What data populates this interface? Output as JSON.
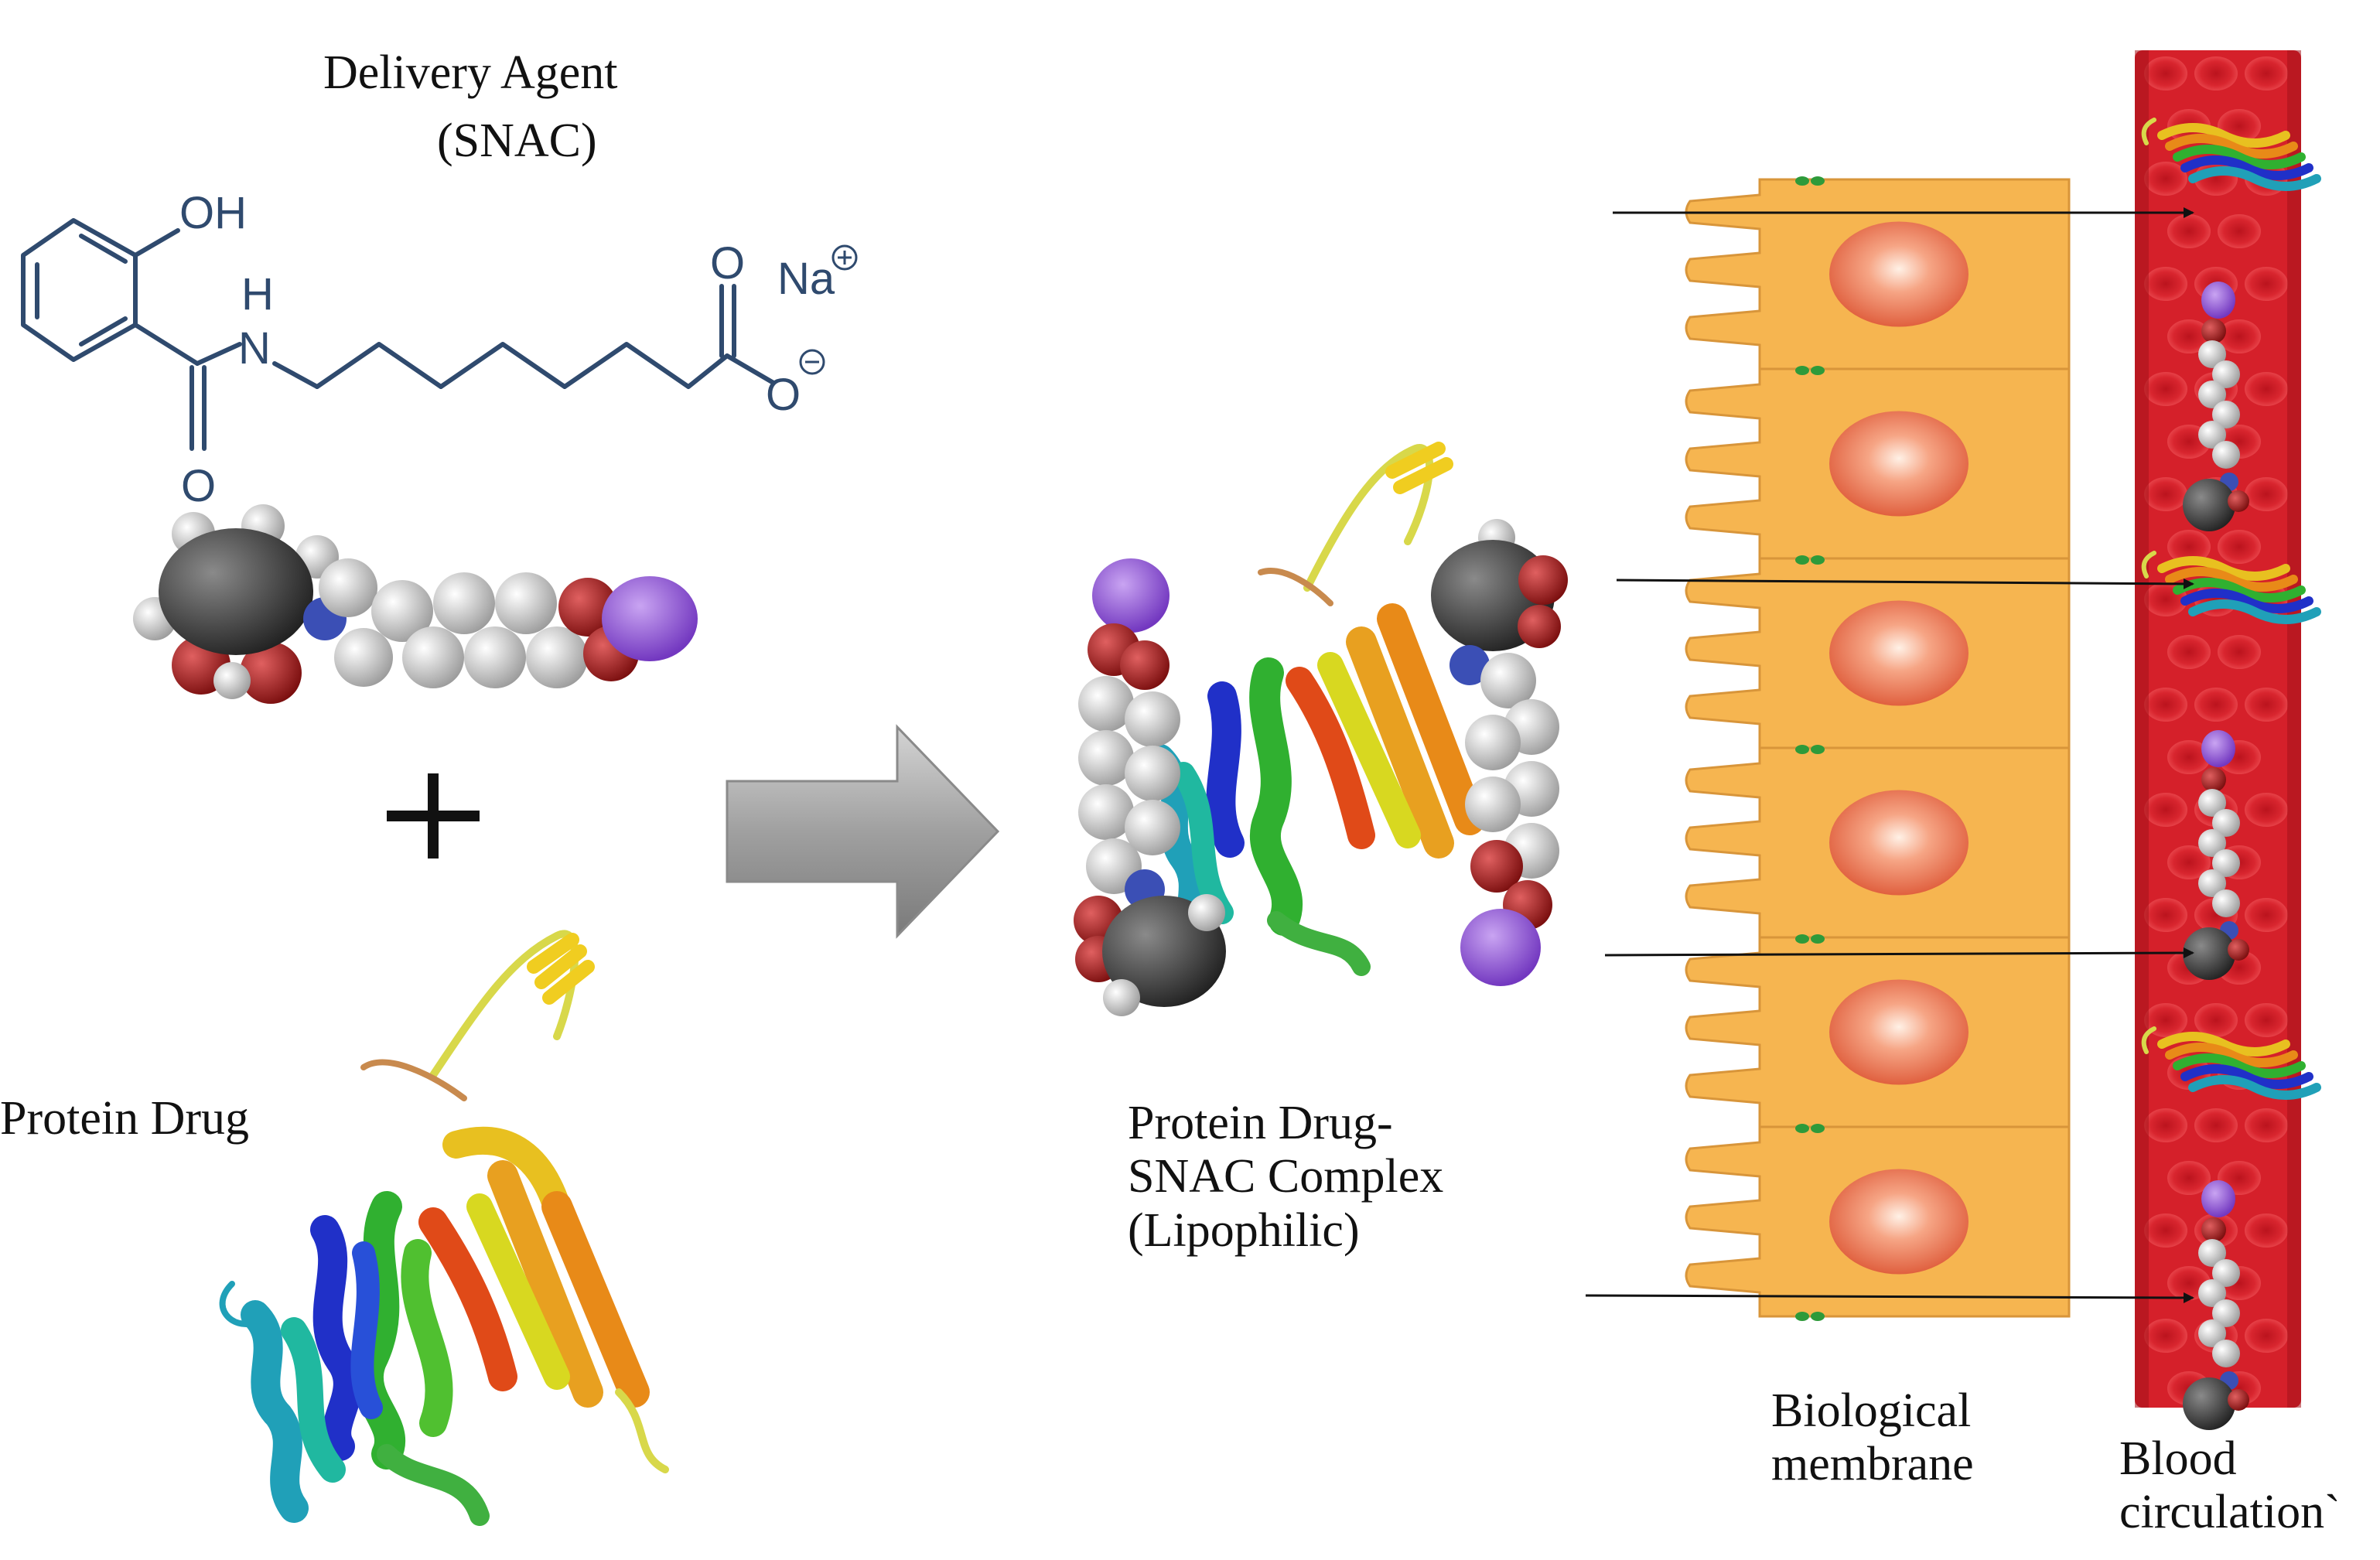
{
  "labels": {
    "delivery_agent": "Delivery Agent",
    "snac": "(SNAC)",
    "protein_drug": "Protein Drug",
    "complex_line1": "Protein Drug-",
    "complex_line2": "SNAC Complex",
    "complex_line3": "(Lipophilic)",
    "membrane_line1": "Biological",
    "membrane_line2": "membrane",
    "blood_line1": "Blood",
    "blood_line2": "circulation`"
  },
  "structure_atoms": {
    "oh": "OH",
    "h": "H",
    "n": "N",
    "o_carbonyl": "O",
    "o_acid": "O",
    "o_minus": "O",
    "na": "Na"
  },
  "colors": {
    "membrane_cell": "#f6b550",
    "nucleus": "#ee7b5a",
    "blood_vessel": "#d5202a",
    "arrow_gray": "#a8a8a8",
    "structure_ink": "#2f4a6e",
    "sodium_purple": "#8a4ed0",
    "oxygen_red": "#b82222",
    "carbon_dark": "#3d3d3d",
    "hydrogen_white": "#e6e6e6"
  },
  "icons": [
    "plus-icon",
    "process-arrow-icon",
    "transport-arrow-icon"
  ]
}
